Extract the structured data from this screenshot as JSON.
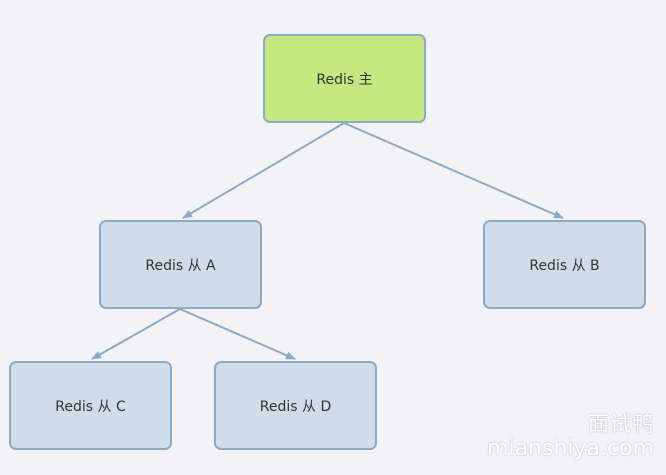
{
  "diagram": {
    "nodes": {
      "master": "Redis 主",
      "slave_a": "Redis 从 A",
      "slave_b": "Redis 从 B",
      "slave_c": "Redis 从 C",
      "slave_d": "Redis 从 D"
    },
    "edges": [
      {
        "from": "master",
        "to": "slave_a"
      },
      {
        "from": "master",
        "to": "slave_b"
      },
      {
        "from": "slave_a",
        "to": "slave_c"
      },
      {
        "from": "slave_a",
        "to": "slave_d"
      }
    ]
  },
  "colors": {
    "background": "#f3f3f6",
    "master_fill": "#c5e87f",
    "slave_fill": "#d0dde8",
    "border": "#8aaac6",
    "edge": "#8aaac6"
  },
  "watermark": {
    "chinese": "面试鸭",
    "domain": "mianshiya.com"
  }
}
